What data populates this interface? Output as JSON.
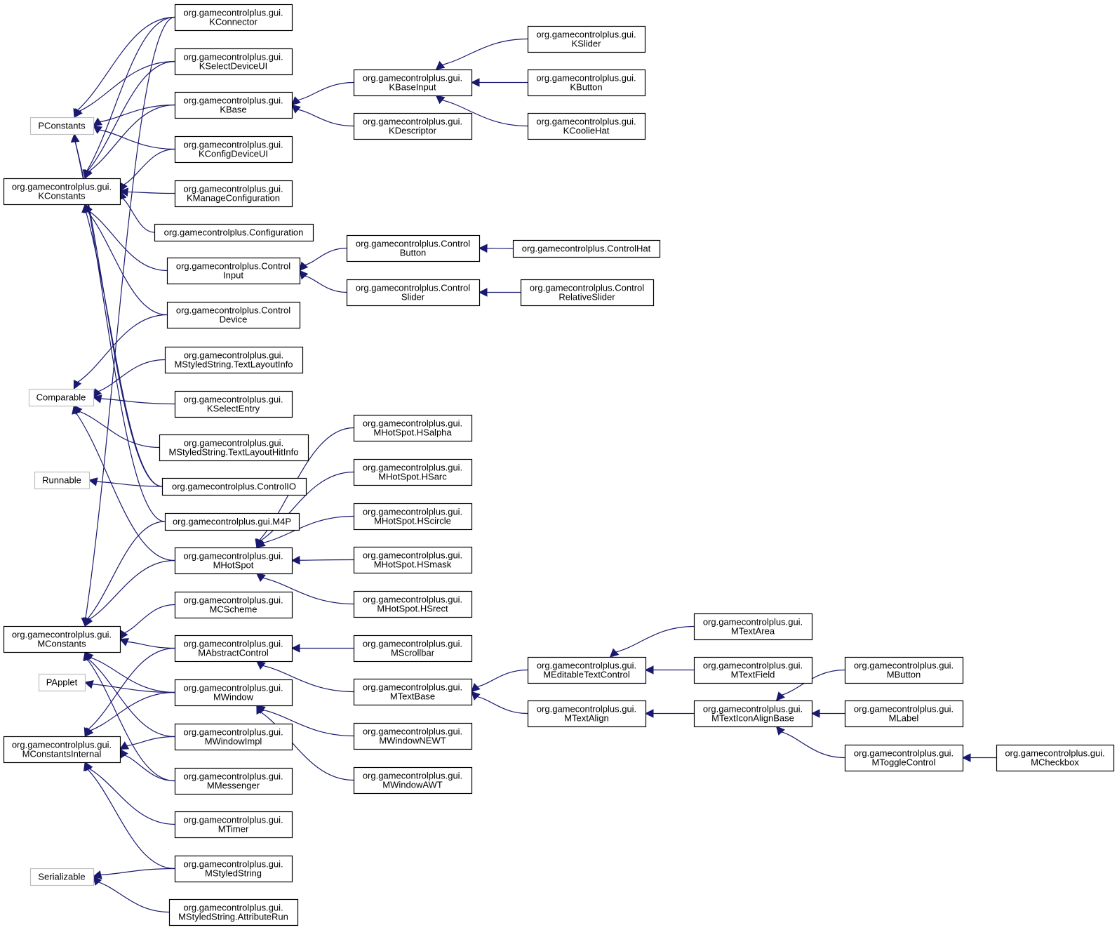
{
  "title": "Class inheritance diagram",
  "colors": {
    "edge": "#191970",
    "node_border": "#000000",
    "external_border": "#bfbfbf",
    "background": "#ffffff"
  },
  "nodes": [
    {
      "id": "PConstants",
      "lines": [
        "PConstants"
      ],
      "external": true
    },
    {
      "id": "KConstants",
      "lines": [
        "org.gamecontrolplus.gui.",
        "KConstants"
      ]
    },
    {
      "id": "Comparable",
      "lines": [
        "Comparable"
      ],
      "external": true
    },
    {
      "id": "Runnable",
      "lines": [
        "Runnable"
      ],
      "external": true
    },
    {
      "id": "MConstants",
      "lines": [
        "org.gamecontrolplus.gui.",
        "MConstants"
      ]
    },
    {
      "id": "PApplet",
      "lines": [
        "PApplet"
      ],
      "external": true
    },
    {
      "id": "MConstantsInternal",
      "lines": [
        "org.gamecontrolplus.gui.",
        "MConstantsInternal"
      ]
    },
    {
      "id": "Serializable",
      "lines": [
        "Serializable"
      ],
      "external": true
    },
    {
      "id": "KConnector",
      "lines": [
        "org.gamecontrolplus.gui.",
        "KConnector"
      ]
    },
    {
      "id": "KSelectDeviceUI",
      "lines": [
        "org.gamecontrolplus.gui.",
        "KSelectDeviceUI"
      ]
    },
    {
      "id": "KBase",
      "lines": [
        "org.gamecontrolplus.gui.",
        "KBase"
      ]
    },
    {
      "id": "KConfigDeviceUI",
      "lines": [
        "org.gamecontrolplus.gui.",
        "KConfigDeviceUI"
      ]
    },
    {
      "id": "KManageConfiguration",
      "lines": [
        "org.gamecontrolplus.gui.",
        "KManageConfiguration"
      ]
    },
    {
      "id": "Configuration",
      "lines": [
        "org.gamecontrolplus.Configuration"
      ]
    },
    {
      "id": "ControlInput",
      "lines": [
        "org.gamecontrolplus.Control",
        "Input"
      ]
    },
    {
      "id": "ControlDevice",
      "lines": [
        "org.gamecontrolplus.Control",
        "Device"
      ]
    },
    {
      "id": "TextLayoutInfo",
      "lines": [
        "org.gamecontrolplus.gui.",
        "MStyledString.TextLayoutInfo"
      ]
    },
    {
      "id": "KSelectEntry",
      "lines": [
        "org.gamecontrolplus.gui.",
        "KSelectEntry"
      ]
    },
    {
      "id": "TextLayoutHitInfo",
      "lines": [
        "org.gamecontrolplus.gui.",
        "MStyledString.TextLayoutHitInfo"
      ]
    },
    {
      "id": "ControlIO",
      "lines": [
        "org.gamecontrolplus.ControlIO"
      ]
    },
    {
      "id": "M4P",
      "lines": [
        "org.gamecontrolplus.gui.M4P"
      ]
    },
    {
      "id": "MHotSpot",
      "lines": [
        "org.gamecontrolplus.gui.",
        "MHotSpot"
      ]
    },
    {
      "id": "MCScheme",
      "lines": [
        "org.gamecontrolplus.gui.",
        "MCScheme"
      ]
    },
    {
      "id": "MAbstractControl",
      "lines": [
        "org.gamecontrolplus.gui.",
        "MAbstractControl"
      ]
    },
    {
      "id": "MWindow",
      "lines": [
        "org.gamecontrolplus.gui.",
        "MWindow"
      ]
    },
    {
      "id": "MWindowImpl",
      "lines": [
        "org.gamecontrolplus.gui.",
        "MWindowImpl"
      ]
    },
    {
      "id": "MMessenger",
      "lines": [
        "org.gamecontrolplus.gui.",
        "MMessenger"
      ]
    },
    {
      "id": "MTimer",
      "lines": [
        "org.gamecontrolplus.gui.",
        "MTimer"
      ]
    },
    {
      "id": "MStyledString",
      "lines": [
        "org.gamecontrolplus.gui.",
        "MStyledString"
      ]
    },
    {
      "id": "AttributeRun",
      "lines": [
        "org.gamecontrolplus.gui.",
        "MStyledString.AttributeRun"
      ]
    },
    {
      "id": "KBaseInput",
      "lines": [
        "org.gamecontrolplus.gui.",
        "KBaseInput"
      ]
    },
    {
      "id": "KDescriptor",
      "lines": [
        "org.gamecontrolplus.gui.",
        "KDescriptor"
      ]
    },
    {
      "id": "ControlButton",
      "lines": [
        "org.gamecontrolplus.Control",
        "Button"
      ]
    },
    {
      "id": "ControlSlider",
      "lines": [
        "org.gamecontrolplus.Control",
        "Slider"
      ]
    },
    {
      "id": "HSalpha",
      "lines": [
        "org.gamecontrolplus.gui.",
        "MHotSpot.HSalpha"
      ]
    },
    {
      "id": "HSarc",
      "lines": [
        "org.gamecontrolplus.gui.",
        "MHotSpot.HSarc"
      ]
    },
    {
      "id": "HScircle",
      "lines": [
        "org.gamecontrolplus.gui.",
        "MHotSpot.HScircle"
      ]
    },
    {
      "id": "HSmask",
      "lines": [
        "org.gamecontrolplus.gui.",
        "MHotSpot.HSmask"
      ]
    },
    {
      "id": "HSrect",
      "lines": [
        "org.gamecontrolplus.gui.",
        "MHotSpot.HSrect"
      ]
    },
    {
      "id": "MScrollbar",
      "lines": [
        "org.gamecontrolplus.gui.",
        "MScrollbar"
      ]
    },
    {
      "id": "MTextBase",
      "lines": [
        "org.gamecontrolplus.gui.",
        "MTextBase"
      ]
    },
    {
      "id": "MWindowNEWT",
      "lines": [
        "org.gamecontrolplus.gui.",
        "MWindowNEWT"
      ]
    },
    {
      "id": "MWindowAWT",
      "lines": [
        "org.gamecontrolplus.gui.",
        "MWindowAWT"
      ]
    },
    {
      "id": "KSlider",
      "lines": [
        "org.gamecontrolplus.gui.",
        "KSlider"
      ]
    },
    {
      "id": "KButton",
      "lines": [
        "org.gamecontrolplus.gui.",
        "KButton"
      ]
    },
    {
      "id": "KCoolieHat",
      "lines": [
        "org.gamecontrolplus.gui.",
        "KCoolieHat"
      ]
    },
    {
      "id": "ControlHat",
      "lines": [
        "org.gamecontrolplus.ControlHat"
      ]
    },
    {
      "id": "ControlRelativeSlider",
      "lines": [
        "org.gamecontrolplus.Control",
        "RelativeSlider"
      ]
    },
    {
      "id": "MEditableTextControl",
      "lines": [
        "org.gamecontrolplus.gui.",
        "MEditableTextControl"
      ]
    },
    {
      "id": "MTextAlign",
      "lines": [
        "org.gamecontrolplus.gui.",
        "MTextAlign"
      ]
    },
    {
      "id": "MTextArea",
      "lines": [
        "org.gamecontrolplus.gui.",
        "MTextArea"
      ]
    },
    {
      "id": "MTextField",
      "lines": [
        "org.gamecontrolplus.gui.",
        "MTextField"
      ]
    },
    {
      "id": "MTextIconAlignBase",
      "lines": [
        "org.gamecontrolplus.gui.",
        "MTextIconAlignBase"
      ]
    },
    {
      "id": "MButton",
      "lines": [
        "org.gamecontrolplus.gui.",
        "MButton"
      ]
    },
    {
      "id": "MLabel",
      "lines": [
        "org.gamecontrolplus.gui.",
        "MLabel"
      ]
    },
    {
      "id": "MToggleControl",
      "lines": [
        "org.gamecontrolplus.gui.",
        "MToggleControl"
      ]
    },
    {
      "id": "MCheckbox",
      "lines": [
        "org.gamecontrolplus.gui.",
        "MCheckbox"
      ]
    }
  ],
  "edges": [
    [
      "KConnector",
      "PConstants"
    ],
    [
      "KSelectDeviceUI",
      "PConstants"
    ],
    [
      "KBase",
      "PConstants"
    ],
    [
      "KConfigDeviceUI",
      "PConstants"
    ],
    [
      "ControlIO",
      "PConstants"
    ],
    [
      "M4P",
      "PConstants"
    ],
    [
      "KConnector",
      "KConstants"
    ],
    [
      "KSelectDeviceUI",
      "KConstants"
    ],
    [
      "KBase",
      "KConstants"
    ],
    [
      "KConfigDeviceUI",
      "KConstants"
    ],
    [
      "KManageConfiguration",
      "KConstants"
    ],
    [
      "Configuration",
      "KConstants"
    ],
    [
      "ControlInput",
      "KConstants"
    ],
    [
      "ControlDevice",
      "KConstants"
    ],
    [
      "ControlIO",
      "KConstants"
    ],
    [
      "ControlDevice",
      "Comparable"
    ],
    [
      "TextLayoutInfo",
      "Comparable"
    ],
    [
      "KSelectEntry",
      "Comparable"
    ],
    [
      "TextLayoutHitInfo",
      "Comparable"
    ],
    [
      "MHotSpot",
      "Comparable"
    ],
    [
      "ControlIO",
      "Runnable"
    ],
    [
      "M4P",
      "MConstants"
    ],
    [
      "MHotSpot",
      "MConstants"
    ],
    [
      "MCScheme",
      "MConstants"
    ],
    [
      "MAbstractControl",
      "MConstants"
    ],
    [
      "MWindow",
      "MConstants"
    ],
    [
      "MWindowImpl",
      "MConstants"
    ],
    [
      "MMessenger",
      "MConstants"
    ],
    [
      "KConnector",
      "MConstants"
    ],
    [
      "MWindow",
      "PApplet"
    ],
    [
      "MAbstractControl",
      "MConstantsInternal"
    ],
    [
      "MWindow",
      "MConstantsInternal"
    ],
    [
      "MWindowImpl",
      "MConstantsInternal"
    ],
    [
      "MMessenger",
      "MConstantsInternal"
    ],
    [
      "MTimer",
      "MConstantsInternal"
    ],
    [
      "MStyledString",
      "MConstantsInternal"
    ],
    [
      "MStyledString",
      "Serializable"
    ],
    [
      "AttributeRun",
      "Serializable"
    ],
    [
      "KBaseInput",
      "KBase"
    ],
    [
      "KDescriptor",
      "KBase"
    ],
    [
      "KSlider",
      "KBaseInput"
    ],
    [
      "KButton",
      "KBaseInput"
    ],
    [
      "KCoolieHat",
      "KBaseInput"
    ],
    [
      "ControlButton",
      "ControlInput"
    ],
    [
      "ControlSlider",
      "ControlInput"
    ],
    [
      "ControlHat",
      "ControlButton"
    ],
    [
      "ControlRelativeSlider",
      "ControlSlider"
    ],
    [
      "HSalpha",
      "MHotSpot"
    ],
    [
      "HSarc",
      "MHotSpot"
    ],
    [
      "HScircle",
      "MHotSpot"
    ],
    [
      "HSmask",
      "MHotSpot"
    ],
    [
      "HSrect",
      "MHotSpot"
    ],
    [
      "MScrollbar",
      "MAbstractControl"
    ],
    [
      "MTextBase",
      "MAbstractControl"
    ],
    [
      "MWindowNEWT",
      "MWindow"
    ],
    [
      "MWindowAWT",
      "MWindow"
    ],
    [
      "MEditableTextControl",
      "MTextBase"
    ],
    [
      "MTextAlign",
      "MTextBase"
    ],
    [
      "MTextArea",
      "MEditableTextControl"
    ],
    [
      "MTextField",
      "MEditableTextControl"
    ],
    [
      "MTextIconAlignBase",
      "MTextAlign"
    ],
    [
      "MButton",
      "MTextIconAlignBase"
    ],
    [
      "MLabel",
      "MTextIconAlignBase"
    ],
    [
      "MToggleControl",
      "MTextIconAlignBase"
    ],
    [
      "MCheckbox",
      "MToggleControl"
    ]
  ]
}
